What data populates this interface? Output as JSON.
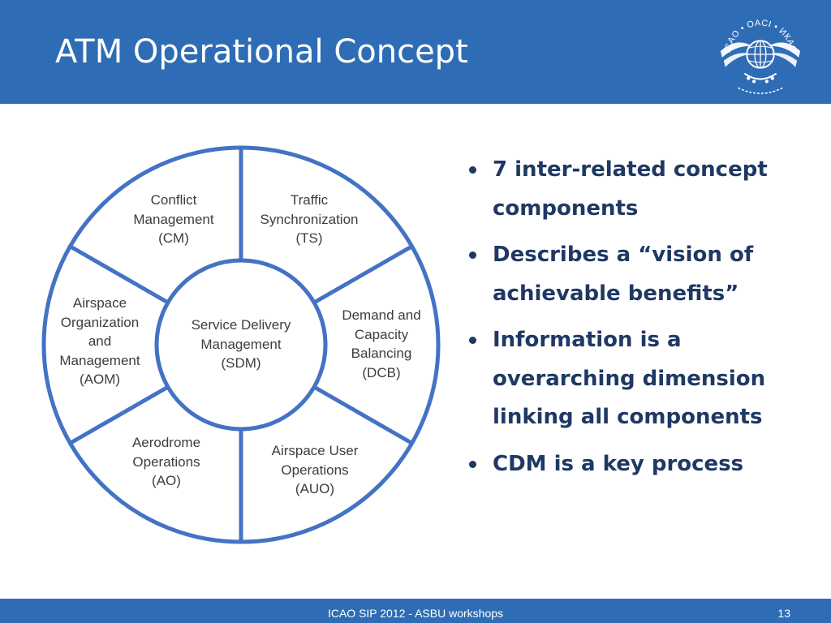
{
  "slide": {
    "title": "ATM Operational Concept",
    "logo": {
      "icon": "icao-emblem-icon",
      "text": "ICAO • OACI • ИКАО"
    }
  },
  "diagram": {
    "center": "Service Delivery\nManagement\n(SDM)",
    "segments": [
      "Conflict\nManagement\n(CM)",
      "Traffic\nSynchronization\n(TS)",
      "Demand and\nCapacity\nBalancing\n(DCB)",
      "Airspace User\nOperations\n(AUO)",
      "Aerodrome\nOperations\n(AO)",
      "Airspace\nOrganization\nand\nManagement\n(AOM)"
    ],
    "line_color": "#4472c4"
  },
  "bullets": [
    "7 inter-related concept components",
    "Describes a “vision of achievable benefits”",
    "Information is a overarching dimension linking all components",
    "CDM is a key process"
  ],
  "footer": {
    "text": "ICAO SIP 2012 - ASBU workshops",
    "page_number": "13"
  },
  "colors": {
    "header_bg": "#2e6db5",
    "bullet_text": "#1f3864"
  }
}
